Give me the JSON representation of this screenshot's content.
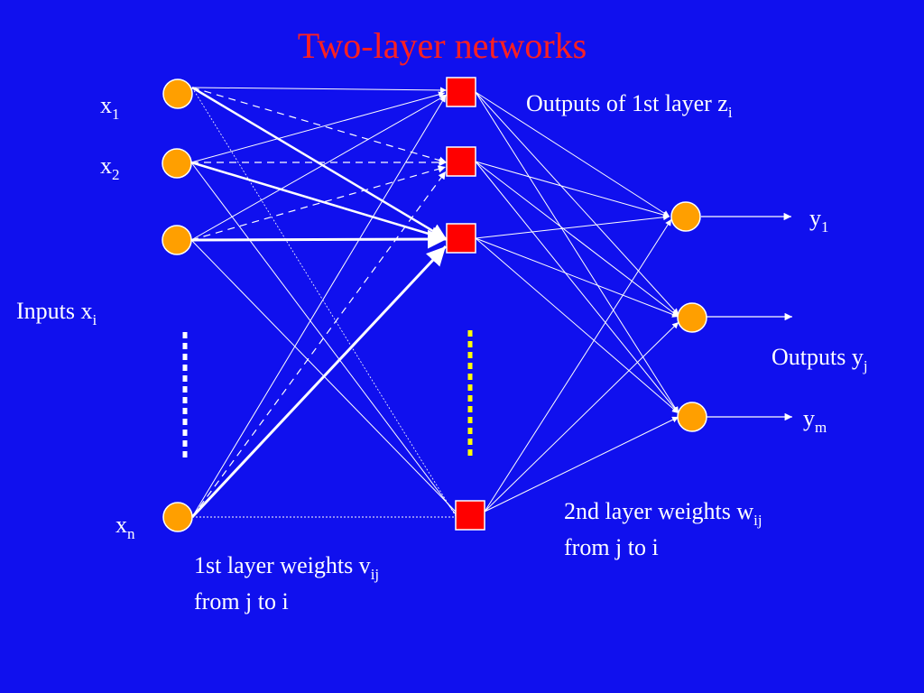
{
  "title": "Two-layer networks",
  "labels": {
    "x1": {
      "base": "x",
      "sub": "1"
    },
    "x2": {
      "base": "x",
      "sub": "2"
    },
    "xn": {
      "base": "x",
      "sub": "n"
    },
    "inputs": {
      "base": "Inputs x",
      "sub": "i"
    },
    "outputs_first": {
      "base": "Outputs of 1st layer z",
      "sub": "i"
    },
    "y1": {
      "base": "y",
      "sub": "1"
    },
    "ym": {
      "base": "y",
      "sub": "m"
    },
    "outputs": {
      "base": "Outputs y",
      "sub": "j"
    },
    "w_first_line": {
      "base": "2nd layer weights w",
      "sub": "ij"
    },
    "w_second_line": "from j to i",
    "v_first_line": {
      "base": "1st layer weights v",
      "sub": "ij"
    },
    "v_second_line": "from j to i"
  },
  "colors": {
    "background": "#1010ee",
    "title": "#ff2020",
    "input_node": "#ff9f00",
    "hidden_node": "#ff0000",
    "output_node": "#ff9f00",
    "edge": "#ffffff",
    "hidden_ellipsis": "#ffff00",
    "input_ellipsis": "#ffffff"
  }
}
